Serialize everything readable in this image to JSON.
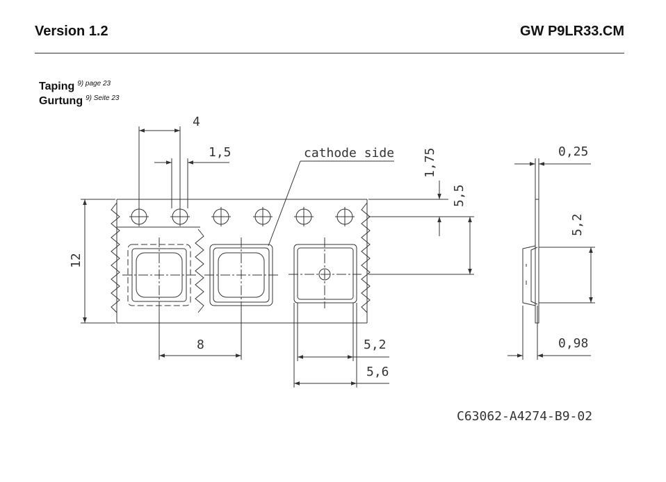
{
  "header": {
    "version": "Version 1.2",
    "part_number": "GW P9LR33.CM"
  },
  "caption": {
    "taping": "Taping",
    "taping_ref": "9) page 23",
    "gurtung": "Gurtung",
    "gurtung_ref": "9) Seite 23"
  },
  "drawing": {
    "labels": {
      "hole_pitch": "4",
      "hole_diameter": "1,5",
      "cathode_side": "cathode side",
      "edge_to_hole": "1,75",
      "hole_to_center": "5,5",
      "tape_width": "12",
      "pocket_pitch": "8",
      "pocket_inner": "5,2",
      "pocket_outer": "5,6",
      "film_thickness": "0,25",
      "pocket_depth": "5,2",
      "total_thickness": "0,98"
    },
    "drawing_number": "C63062-A4274-B9-02"
  }
}
